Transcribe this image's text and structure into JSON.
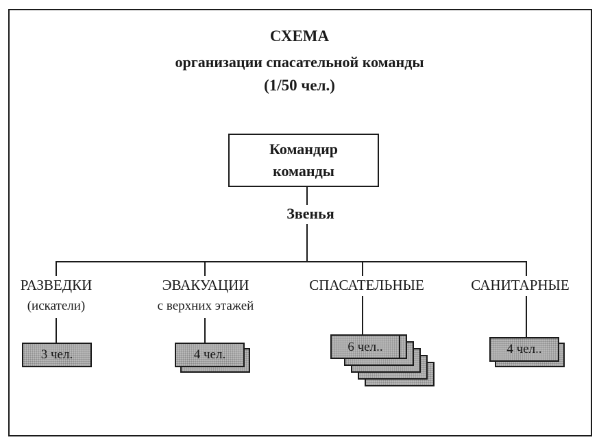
{
  "title": {
    "line1": "СХЕМА",
    "line2": "организации спасательной команды",
    "line3": "(1/50 чел.)"
  },
  "commander": {
    "line1": "Командир",
    "line2": "команды"
  },
  "links_label": "Звенья",
  "units": [
    {
      "name": "РАЗВЕДКИ",
      "sub": "(искатели)",
      "count": "3 чел.",
      "stack": 1
    },
    {
      "name": "ЭВАКУАЦИИ",
      "sub": "с верхних этажей",
      "count": "4 чел.",
      "stack": 2
    },
    {
      "name": "СПАСАТЕЛЬНЫЕ",
      "sub": "",
      "count": "6 чел..",
      "stack": 6
    },
    {
      "name": "САНИТАРНЫЕ",
      "sub": "",
      "count": "4 чел..",
      "stack": 2
    }
  ],
  "colors": {
    "line": "#1a1a1a",
    "card_fill": "#b8b8b8"
  }
}
